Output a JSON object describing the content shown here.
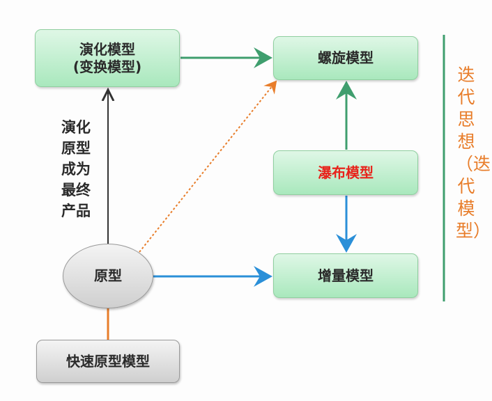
{
  "nodes": {
    "evolution": {
      "line1": "演化模型",
      "line2": "(变换模型)"
    },
    "spiral": "螺旋模型",
    "waterfall": "瀑布模型",
    "incremental": "增量模型",
    "prototype": "原型",
    "rapid_prototype": "快速原型模型"
  },
  "edge_label": "演化原型成为最终产品",
  "side_title": "迭代思想（迭代模型）",
  "colors": {
    "green": "#3f9e6e",
    "blue": "#2a8fd8",
    "orange": "#e87d2a",
    "black": "#333333",
    "waterfall_text": "#e8231b"
  }
}
